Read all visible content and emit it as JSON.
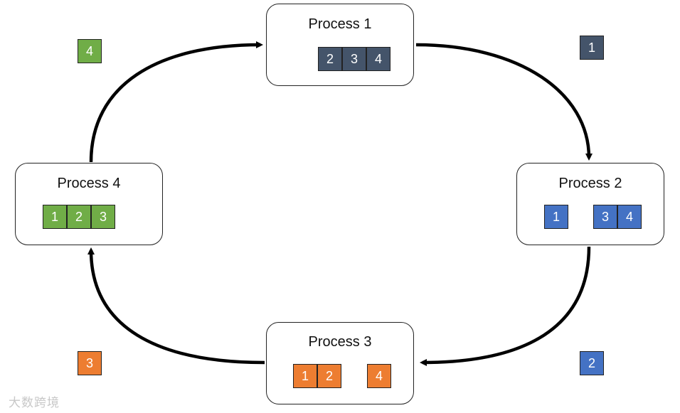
{
  "processes": [
    {
      "id": "p1",
      "title": "Process 1",
      "chunks": [
        "2",
        "3",
        "4"
      ],
      "color": "#44546a"
    },
    {
      "id": "p2",
      "title": "Process 2",
      "chunks": [
        "1",
        "3",
        "4"
      ],
      "color": "#4472c4"
    },
    {
      "id": "p3",
      "title": "Process 3",
      "chunks": [
        "1",
        "2",
        "4"
      ],
      "color": "#ed7d31"
    },
    {
      "id": "p4",
      "title": "Process 4",
      "chunks": [
        "1",
        "2",
        "3"
      ],
      "color": "#70ad47"
    }
  ],
  "transfers": [
    {
      "label": "1",
      "color": "#44546a",
      "from": "Process 1",
      "to": "Process 2"
    },
    {
      "label": "2",
      "color": "#4472c4",
      "from": "Process 2",
      "to": "Process 3"
    },
    {
      "label": "3",
      "color": "#ed7d31",
      "from": "Process 3",
      "to": "Process 4"
    },
    {
      "label": "4",
      "color": "#70ad47",
      "from": "Process 4",
      "to": "Process 1"
    }
  ],
  "watermark": "大数跨境"
}
